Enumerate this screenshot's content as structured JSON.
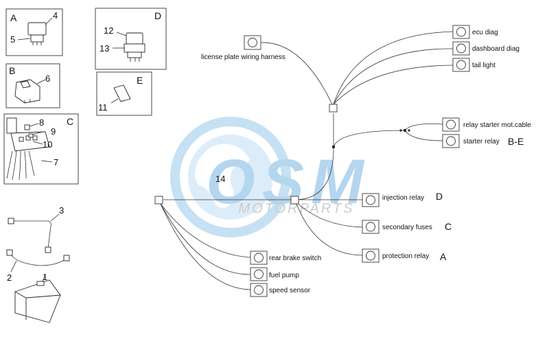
{
  "watermark": {
    "brand": "OSM",
    "subtitle": "MOTORPARTS",
    "color": "#a8d0ec"
  },
  "kits": [
    {
      "letter": "A",
      "numbers": [
        "4",
        "5"
      ]
    },
    {
      "letter": "B",
      "numbers": [
        "6"
      ]
    },
    {
      "letter": "C",
      "numbers": [
        "8",
        "9",
        "10",
        "7"
      ]
    },
    {
      "letter": "D",
      "numbers": [
        "12",
        "13"
      ]
    },
    {
      "letter": "E",
      "numbers": [
        "11"
      ]
    }
  ],
  "loose_parts": [
    "3",
    "2",
    "1"
  ],
  "harness_number": "14",
  "connectors": {
    "license_plate": "license plate wiring harness",
    "ecu_diag": "ecu diag",
    "dashboard_diag": "dashboard diag",
    "tail_light": "tail light",
    "relay_starter": "relay starter mot.cable",
    "starter_relay": "starter relay",
    "injection_relay": "injection relay",
    "secondary_fuses": "secondary fuses",
    "protection_relay": "protection relay",
    "rear_brake": "rear brake switch",
    "fuel_pump": "fuel pump",
    "speed_sensor": "speed sensor"
  },
  "connector_kit_refs": {
    "starter_relay": "B-E",
    "injection_relay": "D",
    "secondary_fuses": "C",
    "protection_relay": "A"
  }
}
